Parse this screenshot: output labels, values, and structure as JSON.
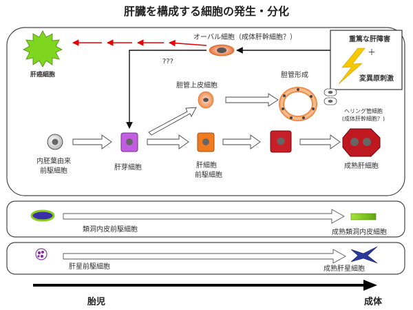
{
  "title": "肝臓を構成する細胞の発生・分化",
  "main_panel": {
    "oval_cell": "オーバル細胞（成体肝幹細胞？）",
    "liver_cancer": "肝癌細胞",
    "unknown": "???",
    "injury_box": {
      "line1": "重篤な肝障害",
      "plus": "＋",
      "line2": "変異原刺激"
    },
    "bile_duct_epithelial": "胆管上皮細胞",
    "bile_duct_formation": "胆管形成",
    "hering_line1": "ヘリング管細胞",
    "hering_line2": "(成体肝幹細胞？)",
    "endoderm_line1": "内胚葉由来",
    "endoderm_line2": "前駆細胞",
    "hepatoblast": "肝芽細胞",
    "hep_precursor_line1": "肝細胞",
    "hep_precursor_line2": "前駆細胞",
    "mature_hepatocyte": "成熟肝細胞"
  },
  "sinusoid_panel": {
    "precursor": "類洞内皮前駆細胞",
    "mature": "成熟類洞内皮細胞"
  },
  "stellate_panel": {
    "precursor": "肝星前駆細胞",
    "mature": "成熟肝星細胞"
  },
  "timeline": {
    "start": "胎児",
    "end": "成体"
  },
  "colors": {
    "cancer": "#7fd61e",
    "red_arrow": "#e60000",
    "hepatoblast": "#c15de0",
    "hep_precursor": "#f07a1e",
    "immature": "#c81e28",
    "mature": "#c01820",
    "bile_cell": "#f2a56e",
    "bolt": "#f5c800",
    "sinusoid_precursor": "#3a2fa8",
    "sinusoid_mature": "#88cc1a",
    "stellate_mature": "#2a3a9c"
  }
}
